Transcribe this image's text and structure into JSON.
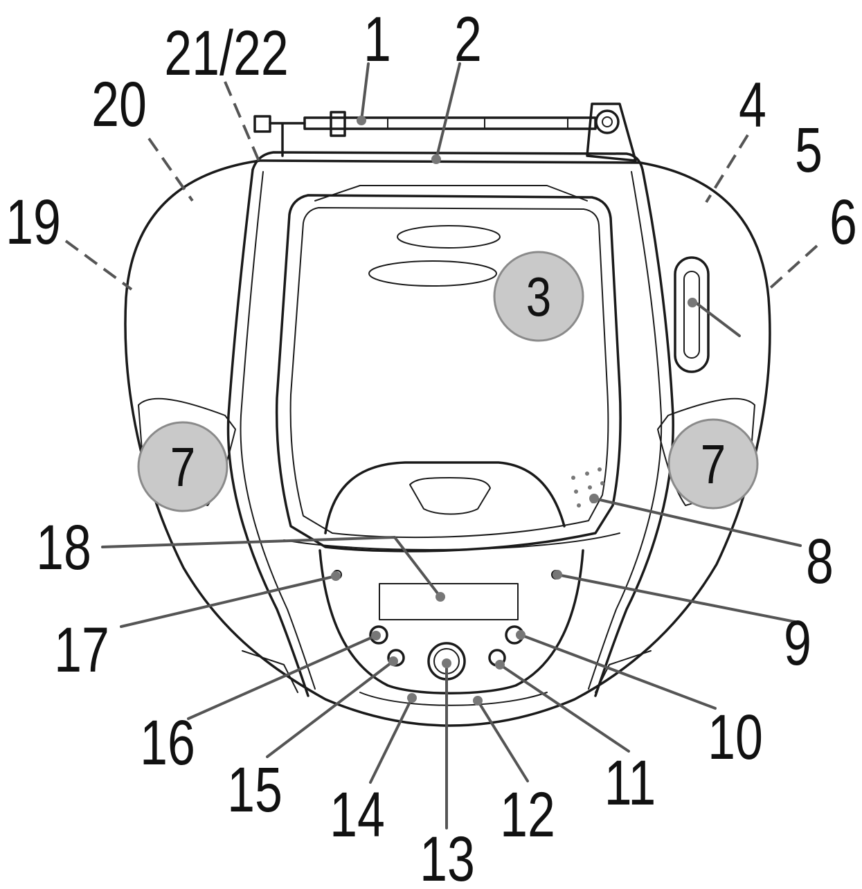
{
  "diagram": {
    "callouts": [
      {
        "id": "c1",
        "label": "1"
      },
      {
        "id": "c2",
        "label": "2"
      },
      {
        "id": "c4",
        "label": "4"
      },
      {
        "id": "c5",
        "label": "5"
      },
      {
        "id": "c6",
        "label": "6"
      },
      {
        "id": "c8",
        "label": "8"
      },
      {
        "id": "c9",
        "label": "9"
      },
      {
        "id": "c10",
        "label": "10"
      },
      {
        "id": "c11",
        "label": "11"
      },
      {
        "id": "c12",
        "label": "12"
      },
      {
        "id": "c13",
        "label": "13"
      },
      {
        "id": "c14",
        "label": "14"
      },
      {
        "id": "c15",
        "label": "15"
      },
      {
        "id": "c16",
        "label": "16"
      },
      {
        "id": "c17",
        "label": "17"
      },
      {
        "id": "c18",
        "label": "18"
      },
      {
        "id": "c19",
        "label": "19"
      },
      {
        "id": "c20",
        "label": "20"
      },
      {
        "id": "c2122",
        "label": "21/22"
      }
    ],
    "badges": [
      {
        "id": "b3",
        "label": "3"
      },
      {
        "id": "b7l",
        "label": "7"
      },
      {
        "id": "b7r",
        "label": "7"
      }
    ]
  }
}
